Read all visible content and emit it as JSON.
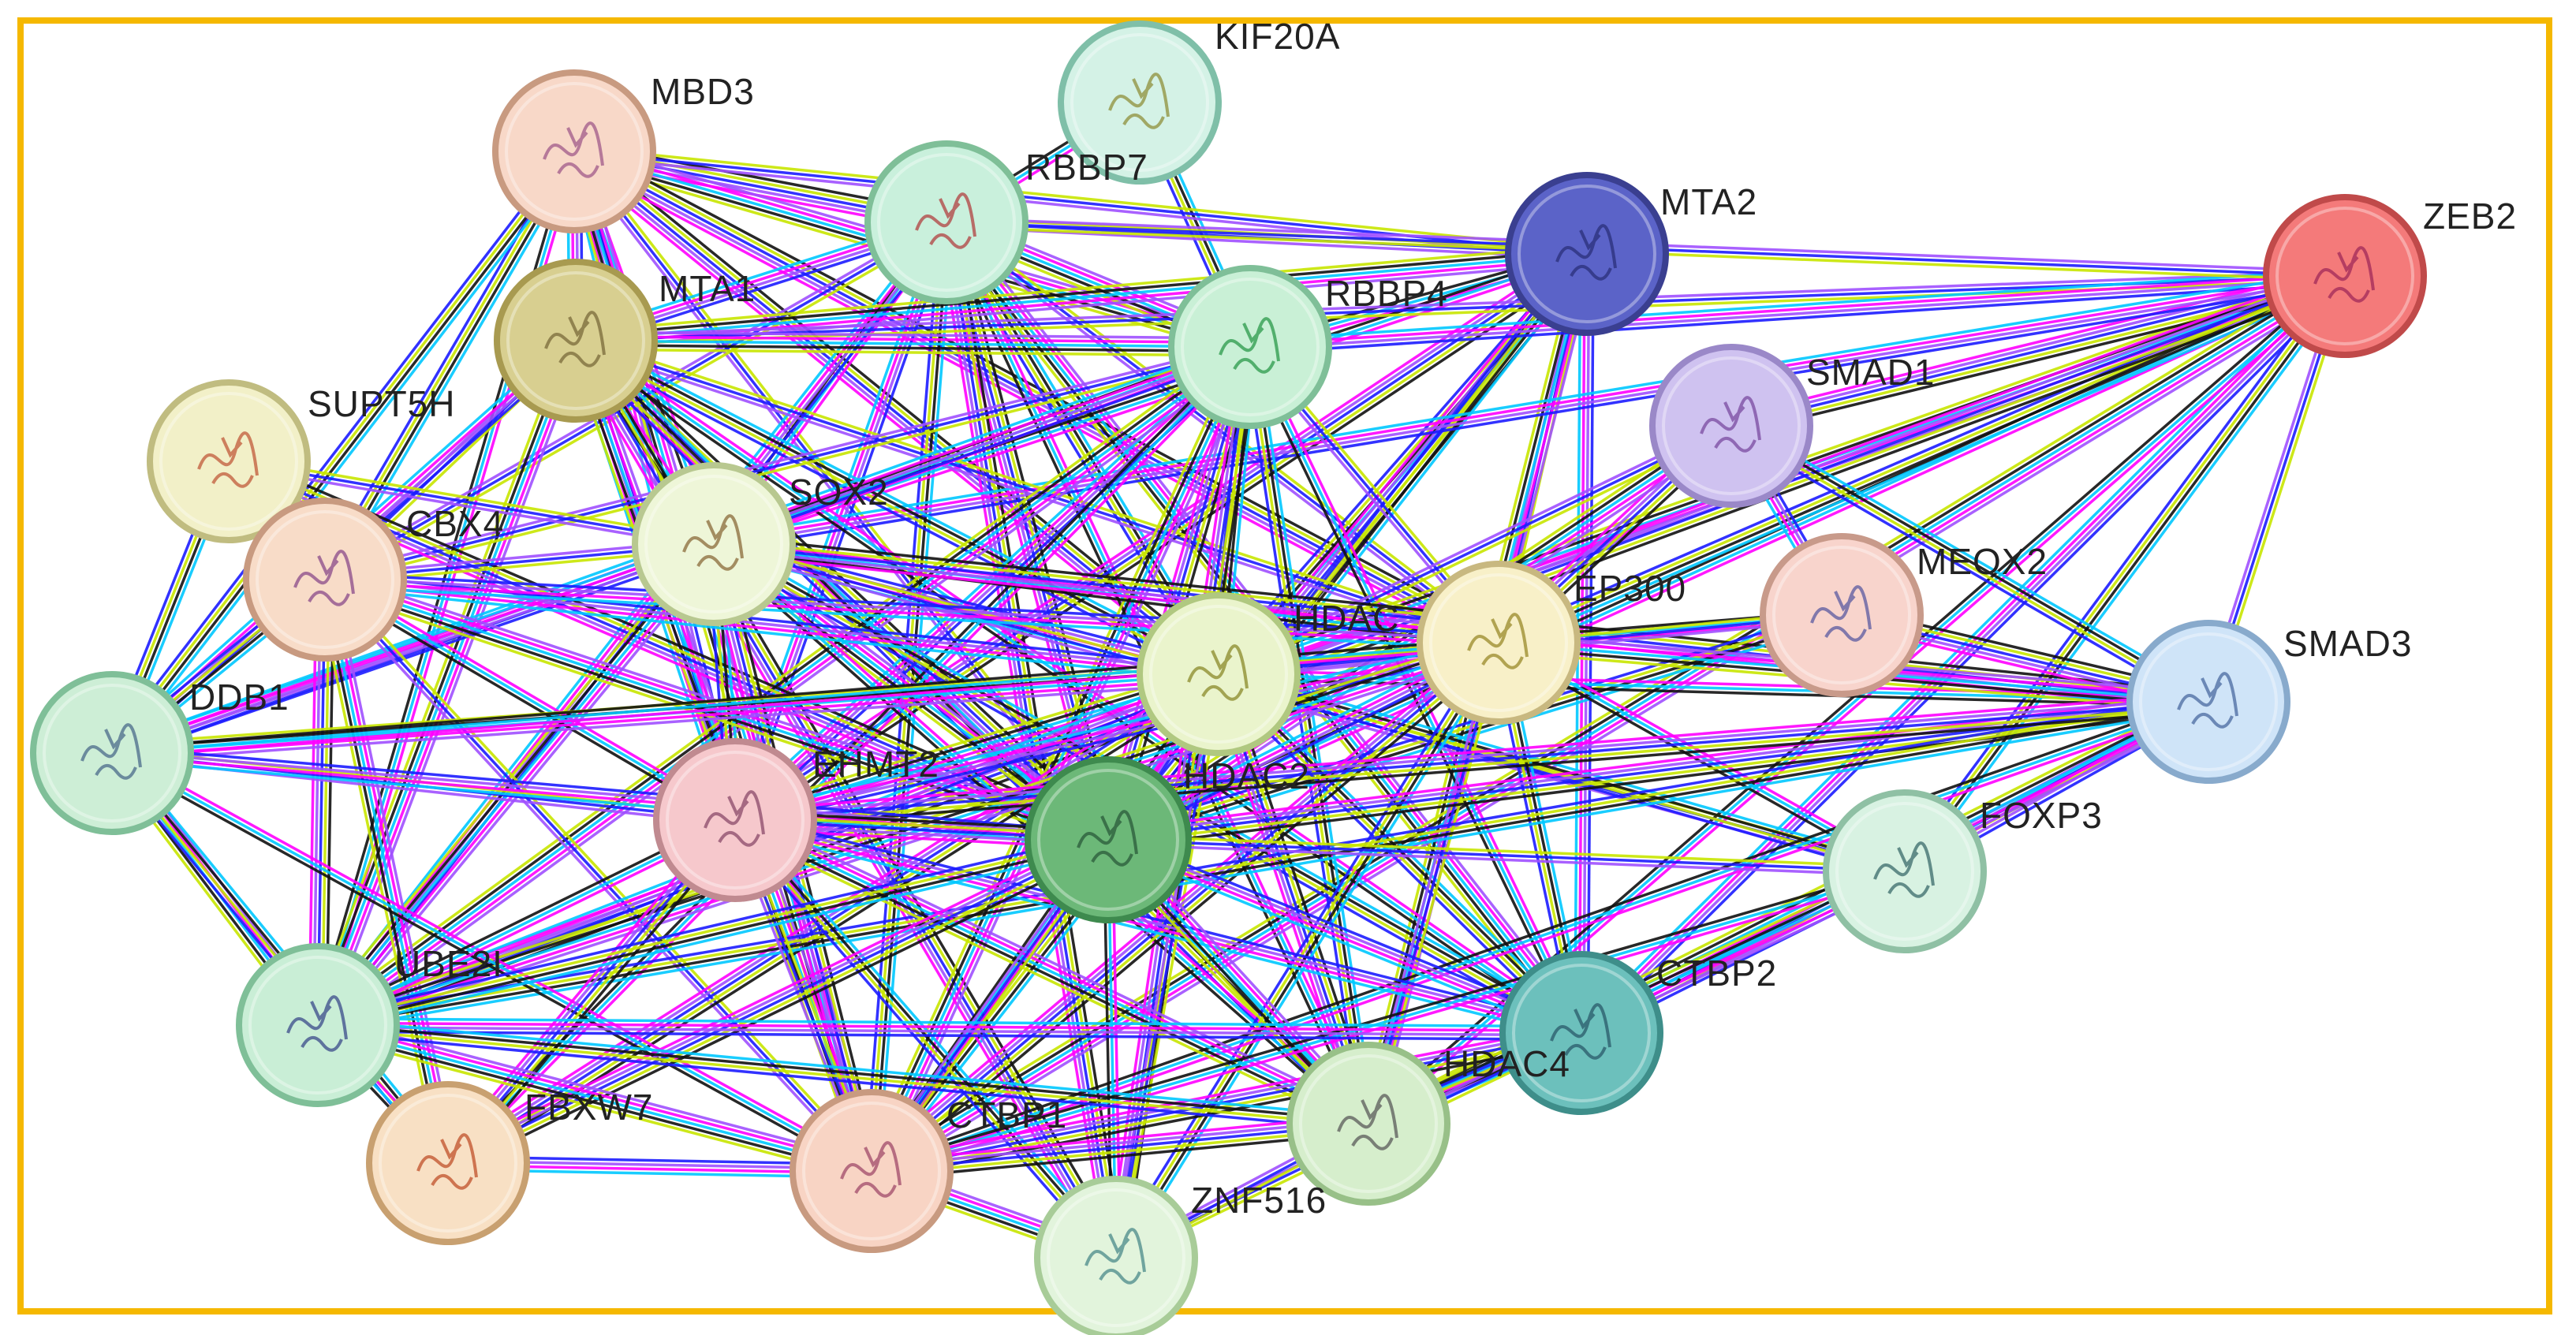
{
  "diagram": {
    "type": "protein-interaction-network",
    "frame_color": "#f5b800",
    "edge_colors": [
      "#ff00ff",
      "#00c8ff",
      "#111111",
      "#c8e600",
      "#1c1cff",
      "#a050ff"
    ],
    "nodes": [
      {
        "id": "KIF20A",
        "label": "KIF20A",
        "fill": "#d4f2e6",
        "stroke": "#7fbfa8",
        "glyph": "#8f8f3a"
      },
      {
        "id": "MBD3",
        "label": "MBD3",
        "fill": "#f8d8c8",
        "stroke": "#c89a80",
        "glyph": "#a05a8a"
      },
      {
        "id": "RBBP7",
        "label": "RBBP7",
        "fill": "#c9f0dc",
        "stroke": "#7fbf98",
        "glyph": "#b04040"
      },
      {
        "id": "MTA2",
        "label": "MTA2",
        "fill": "#5b63c8",
        "stroke": "#3a3f90",
        "glyph": "#2a2f7a"
      },
      {
        "id": "ZEB2",
        "label": "ZEB2",
        "fill": "#f47a7a",
        "stroke": "#c04a4a",
        "glyph": "#a02a5a"
      },
      {
        "id": "MTA1",
        "label": "MTA1",
        "fill": "#d8cf90",
        "stroke": "#a89a50",
        "glyph": "#7a6a3a"
      },
      {
        "id": "RBBP4",
        "label": "RBBP4",
        "fill": "#c9f0d6",
        "stroke": "#7fbf98",
        "glyph": "#2a9a4a"
      },
      {
        "id": "SMAD1",
        "label": "SMAD1",
        "fill": "#cfc2f0",
        "stroke": "#9a88c8",
        "glyph": "#7a4aa0"
      },
      {
        "id": "SUPT5H",
        "label": "SUPT5H",
        "fill": "#f2f0c8",
        "stroke": "#c0bc80",
        "glyph": "#c05a3a"
      },
      {
        "id": "SOX2",
        "label": "SOX2",
        "fill": "#eef6d8",
        "stroke": "#b8c890",
        "glyph": "#8a6a3a"
      },
      {
        "id": "CBX4",
        "label": "CBX4",
        "fill": "#f8dcc8",
        "stroke": "#c89a80",
        "glyph": "#8a4a8a"
      },
      {
        "id": "MEOX2",
        "label": "MEOX2",
        "fill": "#f8d4cc",
        "stroke": "#c89a8a",
        "glyph": "#5a5aa0"
      },
      {
        "id": "HDAC1",
        "label": "HDAC",
        "fill": "#eaf4cc",
        "stroke": "#b0c880",
        "glyph": "#8a8a2a"
      },
      {
        "id": "EP300",
        "label": "EP300",
        "fill": "#f8f0c8",
        "stroke": "#c8b880",
        "glyph": "#9a8a2a"
      },
      {
        "id": "SMAD3",
        "label": "SMAD3",
        "fill": "#cfe4f8",
        "stroke": "#88aacc",
        "glyph": "#4a6aa0"
      },
      {
        "id": "DDB1",
        "label": "DDB1",
        "fill": "#cdeed6",
        "stroke": "#7fbf98",
        "glyph": "#4a6a8a"
      },
      {
        "id": "EHMT2",
        "label": "EHMT2",
        "fill": "#f6c8cc",
        "stroke": "#c08a90",
        "glyph": "#8a4a6a"
      },
      {
        "id": "HDAC2",
        "label": "HDAC2",
        "fill": "#6cb878",
        "stroke": "#3e8a4e",
        "glyph": "#2a5a3a"
      },
      {
        "id": "FOXP3",
        "label": "FOXP3",
        "fill": "#d8f2e2",
        "stroke": "#8fc0a4",
        "glyph": "#3a6a6a"
      },
      {
        "id": "CTBP2",
        "label": "CTBP2",
        "fill": "#6cc0bc",
        "stroke": "#3e8e8a",
        "glyph": "#2a5a6a"
      },
      {
        "id": "UBE2I",
        "label": "UBE2I",
        "fill": "#c9eed6",
        "stroke": "#7fbf98",
        "glyph": "#3a4a8a"
      },
      {
        "id": "HDAC4",
        "label": "HDAC4",
        "fill": "#d6eecc",
        "stroke": "#98c088",
        "glyph": "#5a5a5a"
      },
      {
        "id": "FBXW7",
        "label": "FBXW7",
        "fill": "#f8e0c4",
        "stroke": "#c8a070",
        "glyph": "#c0502a"
      },
      {
        "id": "CTBP1",
        "label": "CTBP1",
        "fill": "#f8d4c4",
        "stroke": "#c89a80",
        "glyph": "#a04a6a"
      },
      {
        "id": "ZNF516",
        "label": "ZNF516",
        "fill": "#e2f4dc",
        "stroke": "#a8cc98",
        "glyph": "#4a8a8a"
      }
    ],
    "edges": [
      [
        "KIF20A",
        "RBBP7"
      ],
      [
        "KIF20A",
        "RBBP4"
      ],
      [
        "MBD3",
        "RBBP7"
      ],
      [
        "MBD3",
        "MTA2"
      ],
      [
        "MBD3",
        "MTA1"
      ],
      [
        "MBD3",
        "RBBP4"
      ],
      [
        "MBD3",
        "SOX2"
      ],
      [
        "MBD3",
        "CBX4"
      ],
      [
        "MBD3",
        "HDAC1"
      ],
      [
        "MBD3",
        "HDAC2"
      ],
      [
        "MBD3",
        "EHMT2"
      ],
      [
        "MBD3",
        "CTBP1"
      ],
      [
        "MBD3",
        "UBE2I"
      ],
      [
        "MBD3",
        "DDB1"
      ],
      [
        "MBD3",
        "EP300"
      ],
      [
        "RBBP7",
        "MTA2"
      ],
      [
        "RBBP7",
        "MTA1"
      ],
      [
        "RBBP7",
        "RBBP4"
      ],
      [
        "RBBP7",
        "SOX2"
      ],
      [
        "RBBP7",
        "HDAC1"
      ],
      [
        "RBBP7",
        "HDAC2"
      ],
      [
        "RBBP7",
        "EP300"
      ],
      [
        "RBBP7",
        "EHMT2"
      ],
      [
        "RBBP7",
        "CTBP2"
      ],
      [
        "RBBP7",
        "HDAC4"
      ],
      [
        "RBBP7",
        "CTBP1"
      ],
      [
        "RBBP7",
        "ZNF516"
      ],
      [
        "RBBP7",
        "CBX4"
      ],
      [
        "RBBP7",
        "UBE2I"
      ],
      [
        "MTA2",
        "MTA1"
      ],
      [
        "MTA2",
        "RBBP4"
      ],
      [
        "MTA2",
        "HDAC1"
      ],
      [
        "MTA2",
        "HDAC2"
      ],
      [
        "MTA2",
        "EP300"
      ],
      [
        "MTA2",
        "CTBP2"
      ],
      [
        "MTA2",
        "HDAC4"
      ],
      [
        "MTA2",
        "SOX2"
      ],
      [
        "MTA2",
        "CTBP1"
      ],
      [
        "MTA2",
        "EHMT2"
      ],
      [
        "ZEB2",
        "MTA1"
      ],
      [
        "ZEB2",
        "RBBP4"
      ],
      [
        "ZEB2",
        "HDAC1"
      ],
      [
        "ZEB2",
        "HDAC2"
      ],
      [
        "ZEB2",
        "EP300"
      ],
      [
        "ZEB2",
        "SMAD1"
      ],
      [
        "ZEB2",
        "SMAD3"
      ],
      [
        "ZEB2",
        "CTBP2"
      ],
      [
        "ZEB2",
        "CTBP1"
      ],
      [
        "ZEB2",
        "HDAC4"
      ],
      [
        "ZEB2",
        "FOXP3"
      ],
      [
        "ZEB2",
        "UBE2I"
      ],
      [
        "ZEB2",
        "RBBP7"
      ],
      [
        "ZEB2",
        "SOX2"
      ],
      [
        "MTA1",
        "RBBP4"
      ],
      [
        "MTA1",
        "SOX2"
      ],
      [
        "MTA1",
        "HDAC1"
      ],
      [
        "MTA1",
        "HDAC2"
      ],
      [
        "MTA1",
        "EP300"
      ],
      [
        "MTA1",
        "EHMT2"
      ],
      [
        "MTA1",
        "CTBP1"
      ],
      [
        "MTA1",
        "CTBP2"
      ],
      [
        "MTA1",
        "HDAC4"
      ],
      [
        "MTA1",
        "ZNF516"
      ],
      [
        "MTA1",
        "CBX4"
      ],
      [
        "MTA1",
        "DDB1"
      ],
      [
        "MTA1",
        "UBE2I"
      ],
      [
        "RBBP4",
        "SOX2"
      ],
      [
        "RBBP4",
        "HDAC1"
      ],
      [
        "RBBP4",
        "HDAC2"
      ],
      [
        "RBBP4",
        "EP300"
      ],
      [
        "RBBP4",
        "EHMT2"
      ],
      [
        "RBBP4",
        "CTBP1"
      ],
      [
        "RBBP4",
        "CTBP2"
      ],
      [
        "RBBP4",
        "HDAC4"
      ],
      [
        "RBBP4",
        "ZNF516"
      ],
      [
        "RBBP4",
        "CBX4"
      ],
      [
        "RBBP4",
        "DDB1"
      ],
      [
        "RBBP4",
        "UBE2I"
      ],
      [
        "RBBP4",
        "FBXW7"
      ],
      [
        "SMAD1",
        "SMAD3"
      ],
      [
        "SMAD1",
        "EP300"
      ],
      [
        "SMAD1",
        "HDAC1"
      ],
      [
        "SMAD1",
        "MEOX2"
      ],
      [
        "SMAD1",
        "HDAC2"
      ],
      [
        "SUPT5H",
        "CBX4"
      ],
      [
        "SUPT5H",
        "DDB1"
      ],
      [
        "SUPT5H",
        "HDAC2"
      ],
      [
        "SUPT5H",
        "SOX2"
      ],
      [
        "SOX2",
        "HDAC1"
      ],
      [
        "SOX2",
        "HDAC2"
      ],
      [
        "SOX2",
        "EP300"
      ],
      [
        "SOX2",
        "EHMT2"
      ],
      [
        "SOX2",
        "CTBP1"
      ],
      [
        "SOX2",
        "CBX4"
      ],
      [
        "SOX2",
        "DDB1"
      ],
      [
        "SOX2",
        "UBE2I"
      ],
      [
        "SOX2",
        "HDAC4"
      ],
      [
        "SOX2",
        "CTBP2"
      ],
      [
        "SOX2",
        "SMAD3"
      ],
      [
        "SOX2",
        "FOXP3"
      ],
      [
        "CBX4",
        "HDAC1"
      ],
      [
        "CBX4",
        "HDAC2"
      ],
      [
        "CBX4",
        "EHMT2"
      ],
      [
        "CBX4",
        "DDB1"
      ],
      [
        "CBX4",
        "UBE2I"
      ],
      [
        "CBX4",
        "CTBP1"
      ],
      [
        "CBX4",
        "EP300"
      ],
      [
        "CBX4",
        "FBXW7"
      ],
      [
        "MEOX2",
        "EP300"
      ],
      [
        "MEOX2",
        "HDAC2"
      ],
      [
        "MEOX2",
        "SMAD3"
      ],
      [
        "HDAC1",
        "EP300"
      ],
      [
        "HDAC1",
        "HDAC2"
      ],
      [
        "HDAC1",
        "EHMT2"
      ],
      [
        "HDAC1",
        "CTBP1"
      ],
      [
        "HDAC1",
        "CTBP2"
      ],
      [
        "HDAC1",
        "HDAC4"
      ],
      [
        "HDAC1",
        "ZNF516"
      ],
      [
        "HDAC1",
        "UBE2I"
      ],
      [
        "HDAC1",
        "DDB1"
      ],
      [
        "HDAC1",
        "SMAD3"
      ],
      [
        "HDAC1",
        "FOXP3"
      ],
      [
        "HDAC1",
        "FBXW7"
      ],
      [
        "HDAC1",
        "MEOX2"
      ],
      [
        "EP300",
        "HDAC2"
      ],
      [
        "EP300",
        "SMAD3"
      ],
      [
        "EP300",
        "FOXP3"
      ],
      [
        "EP300",
        "CTBP2"
      ],
      [
        "EP300",
        "CTBP1"
      ],
      [
        "EP300",
        "HDAC4"
      ],
      [
        "EP300",
        "EHMT2"
      ],
      [
        "EP300",
        "UBE2I"
      ],
      [
        "EP300",
        "DDB1"
      ],
      [
        "EP300",
        "ZNF516"
      ],
      [
        "SMAD3",
        "HDAC2"
      ],
      [
        "SMAD3",
        "CTBP2"
      ],
      [
        "SMAD3",
        "FOXP3"
      ],
      [
        "SMAD3",
        "HDAC4"
      ],
      [
        "SMAD3",
        "CTBP1"
      ],
      [
        "SMAD3",
        "UBE2I"
      ],
      [
        "SMAD3",
        "EHMT2"
      ],
      [
        "DDB1",
        "EHMT2"
      ],
      [
        "DDB1",
        "HDAC2"
      ],
      [
        "DDB1",
        "UBE2I"
      ],
      [
        "DDB1",
        "CTBP1"
      ],
      [
        "DDB1",
        "FBXW7"
      ],
      [
        "EHMT2",
        "HDAC2"
      ],
      [
        "EHMT2",
        "CTBP1"
      ],
      [
        "EHMT2",
        "CTBP2"
      ],
      [
        "EHMT2",
        "HDAC4"
      ],
      [
        "EHMT2",
        "UBE2I"
      ],
      [
        "EHMT2",
        "ZNF516"
      ],
      [
        "EHMT2",
        "FBXW7"
      ],
      [
        "HDAC2",
        "CTBP1"
      ],
      [
        "HDAC2",
        "CTBP2"
      ],
      [
        "HDAC2",
        "HDAC4"
      ],
      [
        "HDAC2",
        "ZNF516"
      ],
      [
        "HDAC2",
        "UBE2I"
      ],
      [
        "HDAC2",
        "FBXW7"
      ],
      [
        "HDAC2",
        "FOXP3"
      ],
      [
        "FOXP3",
        "CTBP2"
      ],
      [
        "FOXP3",
        "HDAC4"
      ],
      [
        "FOXP3",
        "CTBP1"
      ],
      [
        "CTBP2",
        "HDAC4"
      ],
      [
        "CTBP2",
        "CTBP1"
      ],
      [
        "CTBP2",
        "ZNF516"
      ],
      [
        "CTBP2",
        "UBE2I"
      ],
      [
        "UBE2I",
        "CTBP1"
      ],
      [
        "UBE2I",
        "FBXW7"
      ],
      [
        "UBE2I",
        "HDAC4"
      ],
      [
        "HDAC4",
        "CTBP1"
      ],
      [
        "HDAC4",
        "ZNF516"
      ],
      [
        "FBXW7",
        "CTBP1"
      ],
      [
        "CTBP1",
        "ZNF516"
      ]
    ]
  }
}
